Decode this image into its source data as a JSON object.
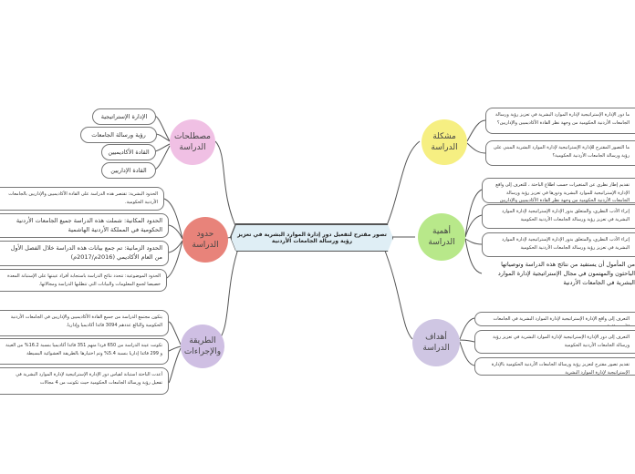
{
  "central_topic": "تصور مقترح لتفعيل دور إدارة الموارد البشرية في تعزيز رؤية ورسالة الجامعات الأردنية",
  "colors": {
    "line": "#555555",
    "center_fill": "#dfeef5",
    "terms": "#f0c0e4",
    "limits": "#e8837a",
    "method": "#cfbfe3",
    "problem": "#f6ef82",
    "importance": "#b8e88a",
    "objectives": "#cfc6e3"
  },
  "branches": {
    "terms": {
      "label": "مصطلحات\nالدراسة",
      "items": [
        "الإدارة الإستراتيجية",
        "رؤية ورسالة الجامعات",
        "القادة الأكاديميين",
        "القادة الإداريين"
      ]
    },
    "limits": {
      "label": "حدود\nالدراسة",
      "items": [
        "الحدود البشرية: تقتصر هذه الدراسة على القادة الأكاديميين والإداريين بالجامعات الأردنية الحكومية.",
        "الحدود المكانية: شملت هذه الدراسة جميع الجامعات الأردنية الحكومية في المملكة الأردنية الهاشمية",
        "الحدود الزمانية: تم جمع بيانات هذه الدراسة خلال الفصل الأول من العام الأكاديمي (2016م/2017م)",
        "الحدود الموضوعية: تتحدد نتائج الدراسة باستجابة أفراد عينتها على الإستبانة المعدة خصيصا لجمع المعلومات والبيانات التي تتطلبها الدراسة ومجالاتها."
      ]
    },
    "method": {
      "label": "الطريقة\nوالإجراءات",
      "items": [
        "يتكون مجتمع الدراسة من جميع القادة الأكاديميين والإداريين في الجامعات الأردنية الحكومية والبالغ عددهم 3094 قائدا أكاديميا وإداريا.",
        "تكونت عينة الدراسة من 650 فردا منهم 351 قائدا أكاديميا بنسبة 16.2% من العينة و 299 قائدا إداريا بنسبة 5.4% وتم اختيارها بالطريقة العشوائية البسيطة",
        "أعدت الباحثة استبانة لقياس دور الإدارة الإستراتيجية لإدارة الموارد البشرية في تفعيل رؤية ورسالة الجامعات الحكومية حيث تكونت من 4 مجالات"
      ]
    },
    "problem": {
      "label": "مشكلة\nالدراسة",
      "items": [
        "ما دور الإدارة الإستراتيجية لإدارة الموارد البشرية في تعزيز رؤية ورسالة الجامعات الأردنية الحكومية من وجهة نظر القادة الأكاديميين والإداريين؟",
        "ما التصور المقترح للإدارة الإستراتيجية لإدارة الموارد البشرية المبني على رؤية ورسالة الجامعات الأردنية الحكومية؟"
      ]
    },
    "importance": {
      "label": "أهمية\nالدراسة",
      "items": [
        "تقديم إطار نظري عن المتغيرات حسب اطلاع الباحثة ، للتعرف إلى واقع الإدارة الإستراتيجية للموارد البشرية ودورها في تعزيز رؤية ورسالة الجامعات الأردنية الحكومية من وجهة نظر القادة الأكاديميين والإداريين",
        "إثراء الأدب النظري، والمتعلق بدور الإدارة الإستراتيجية لإدارة الموارد البشرية في تعزيز رؤية ورسالة الجامعات الأردنية الحكومية",
        "إثراء الأدب النظري، والمتعلق بدور الإدارة الإستراتيجية لإدارة الموارد البشرية في تعزيز رؤية ورسالة الجامعات الأردنية الحكومية",
        "من المأمول أن يستفيد من نتائج هذه الدراسة وتوصياتها الباحثون والمهتمون في مجال الإستراتيجية لإدارة الموارد البشرية في الجامعات الأردنية"
      ]
    },
    "objectives": {
      "label": "أهداف\nالدراسة",
      "items": [
        "التعرف إلى واقع الإدارة الإستراتيجية لإدارة الموارد البشرية في الجامعات الأردنية الحكومية",
        "التعرف إلى دور الإدارة الإستراتيجية لإدارة الموارد البشرية في تعزيز رؤية ورسالة الجامعات الأردنية الحكومية",
        "تقديم تصور مقترح لتعزيز رؤية ورسالة الجامعات الأردنية الحكومية بالإدارة الإستراتيجية لإدارة الموارد البشرية"
      ]
    }
  }
}
